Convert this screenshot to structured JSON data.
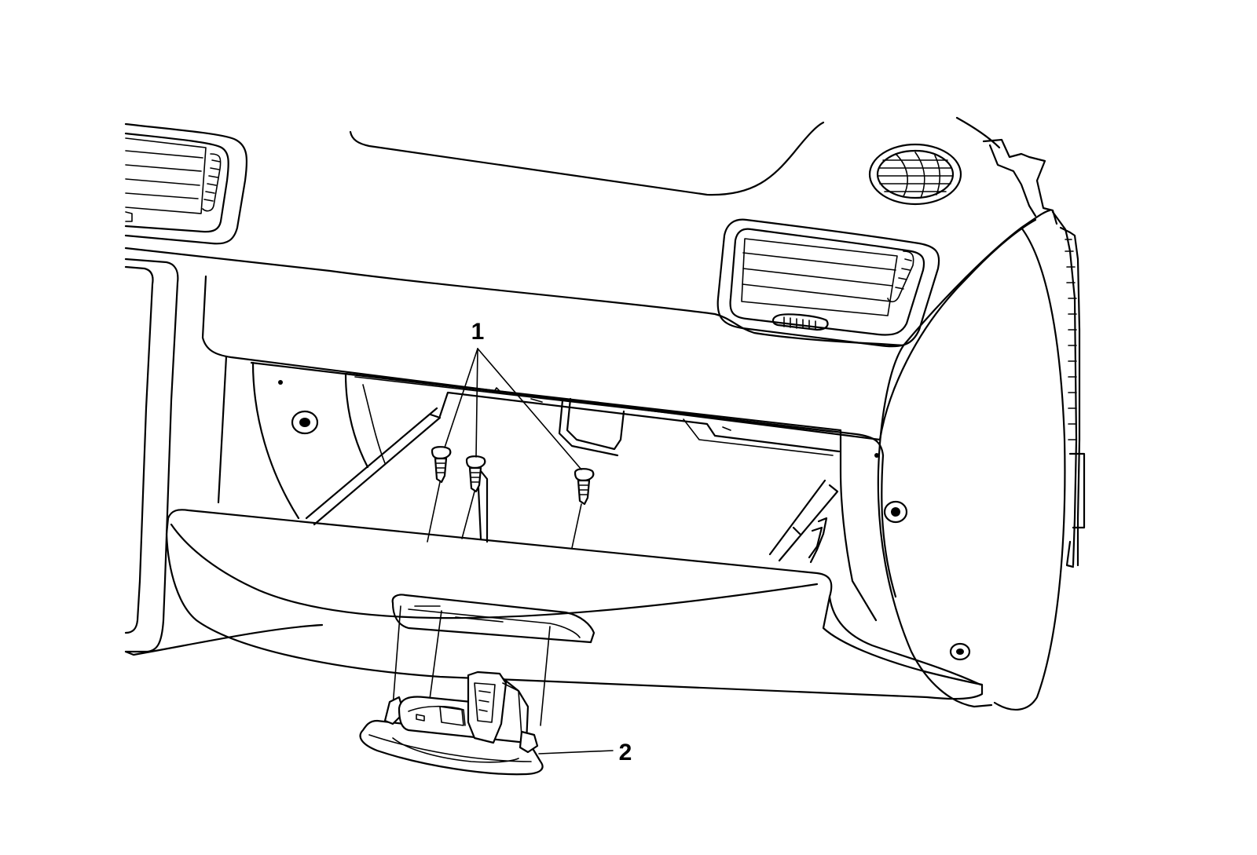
{
  "diagram": {
    "callouts": [
      {
        "id": "1",
        "label": "1"
      },
      {
        "id": "2",
        "label": "2"
      }
    ]
  },
  "colors": {
    "line": "#000000",
    "background": "#ffffff"
  }
}
